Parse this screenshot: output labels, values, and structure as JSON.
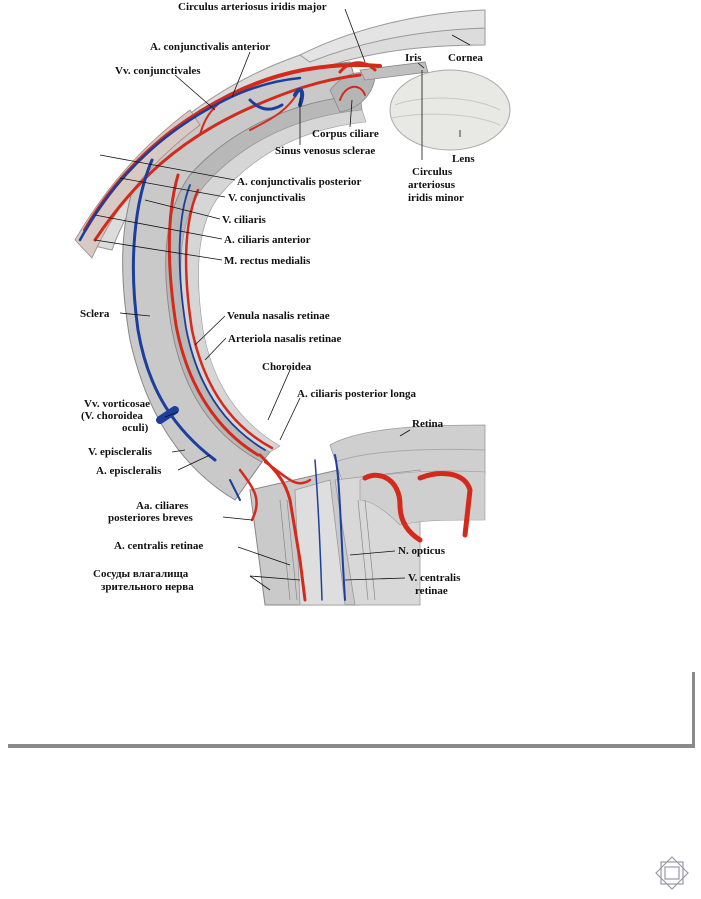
{
  "figure": {
    "labels": {
      "circulus_major": "Circulus arteriosus iridis major",
      "a_conj_ant": "A. conjunctivalis anterior",
      "vv_conj": "Vv. conjunctivales",
      "iris": "Iris",
      "cornea": "Cornea",
      "corpus_ciliare": "Corpus ciliare",
      "sinus": "Sinus venosus sclerae",
      "lens": "Lens",
      "circ_minor_1": "Circulus",
      "circ_minor_2": "arteriosus",
      "circ_minor_3": "iridis minor",
      "a_conj_post": "A. conjunctivalis posterior",
      "v_conj": "V. conjunctivalis",
      "v_ciliaris": "V. ciliaris",
      "a_cil_ant": "A. ciliaris anterior",
      "m_rectus": "M. rectus medialis",
      "sclera": "Sclera",
      "venula": "Venula nasalis retinae",
      "arteriola": "Arteriola nasalis retinae",
      "choroidea": "Choroidea",
      "a_cil_post_longa": "A. ciliaris posterior longa",
      "vv_vort_1": "Vv. vorticosae",
      "vv_vort_2": "(V. choroidea",
      "vv_vort_3": "oculi)",
      "retina": "Retina",
      "v_episcl": "V. episcleralis",
      "a_episcl": "A. episcleralis",
      "aa_cil_1": "Aa. ciliares",
      "aa_cil_2": "posteriores breves",
      "a_centr": "A. centralis retinae",
      "n_opticus": "N. opticus",
      "sosudy_1": "Сосуды влагалища",
      "sosudy_2": "зрительного нерва",
      "v_centr_1": "V. centralis",
      "v_centr_2": "retinae"
    }
  },
  "colors": {
    "artery": "#d42a1c",
    "vein": "#1d3f9c",
    "tissue": "#c9c9c9",
    "tissue_dark": "#a9a9a9",
    "frame": "#8a8a8a"
  },
  "icons": {
    "nav": "slide-nav-icon"
  }
}
